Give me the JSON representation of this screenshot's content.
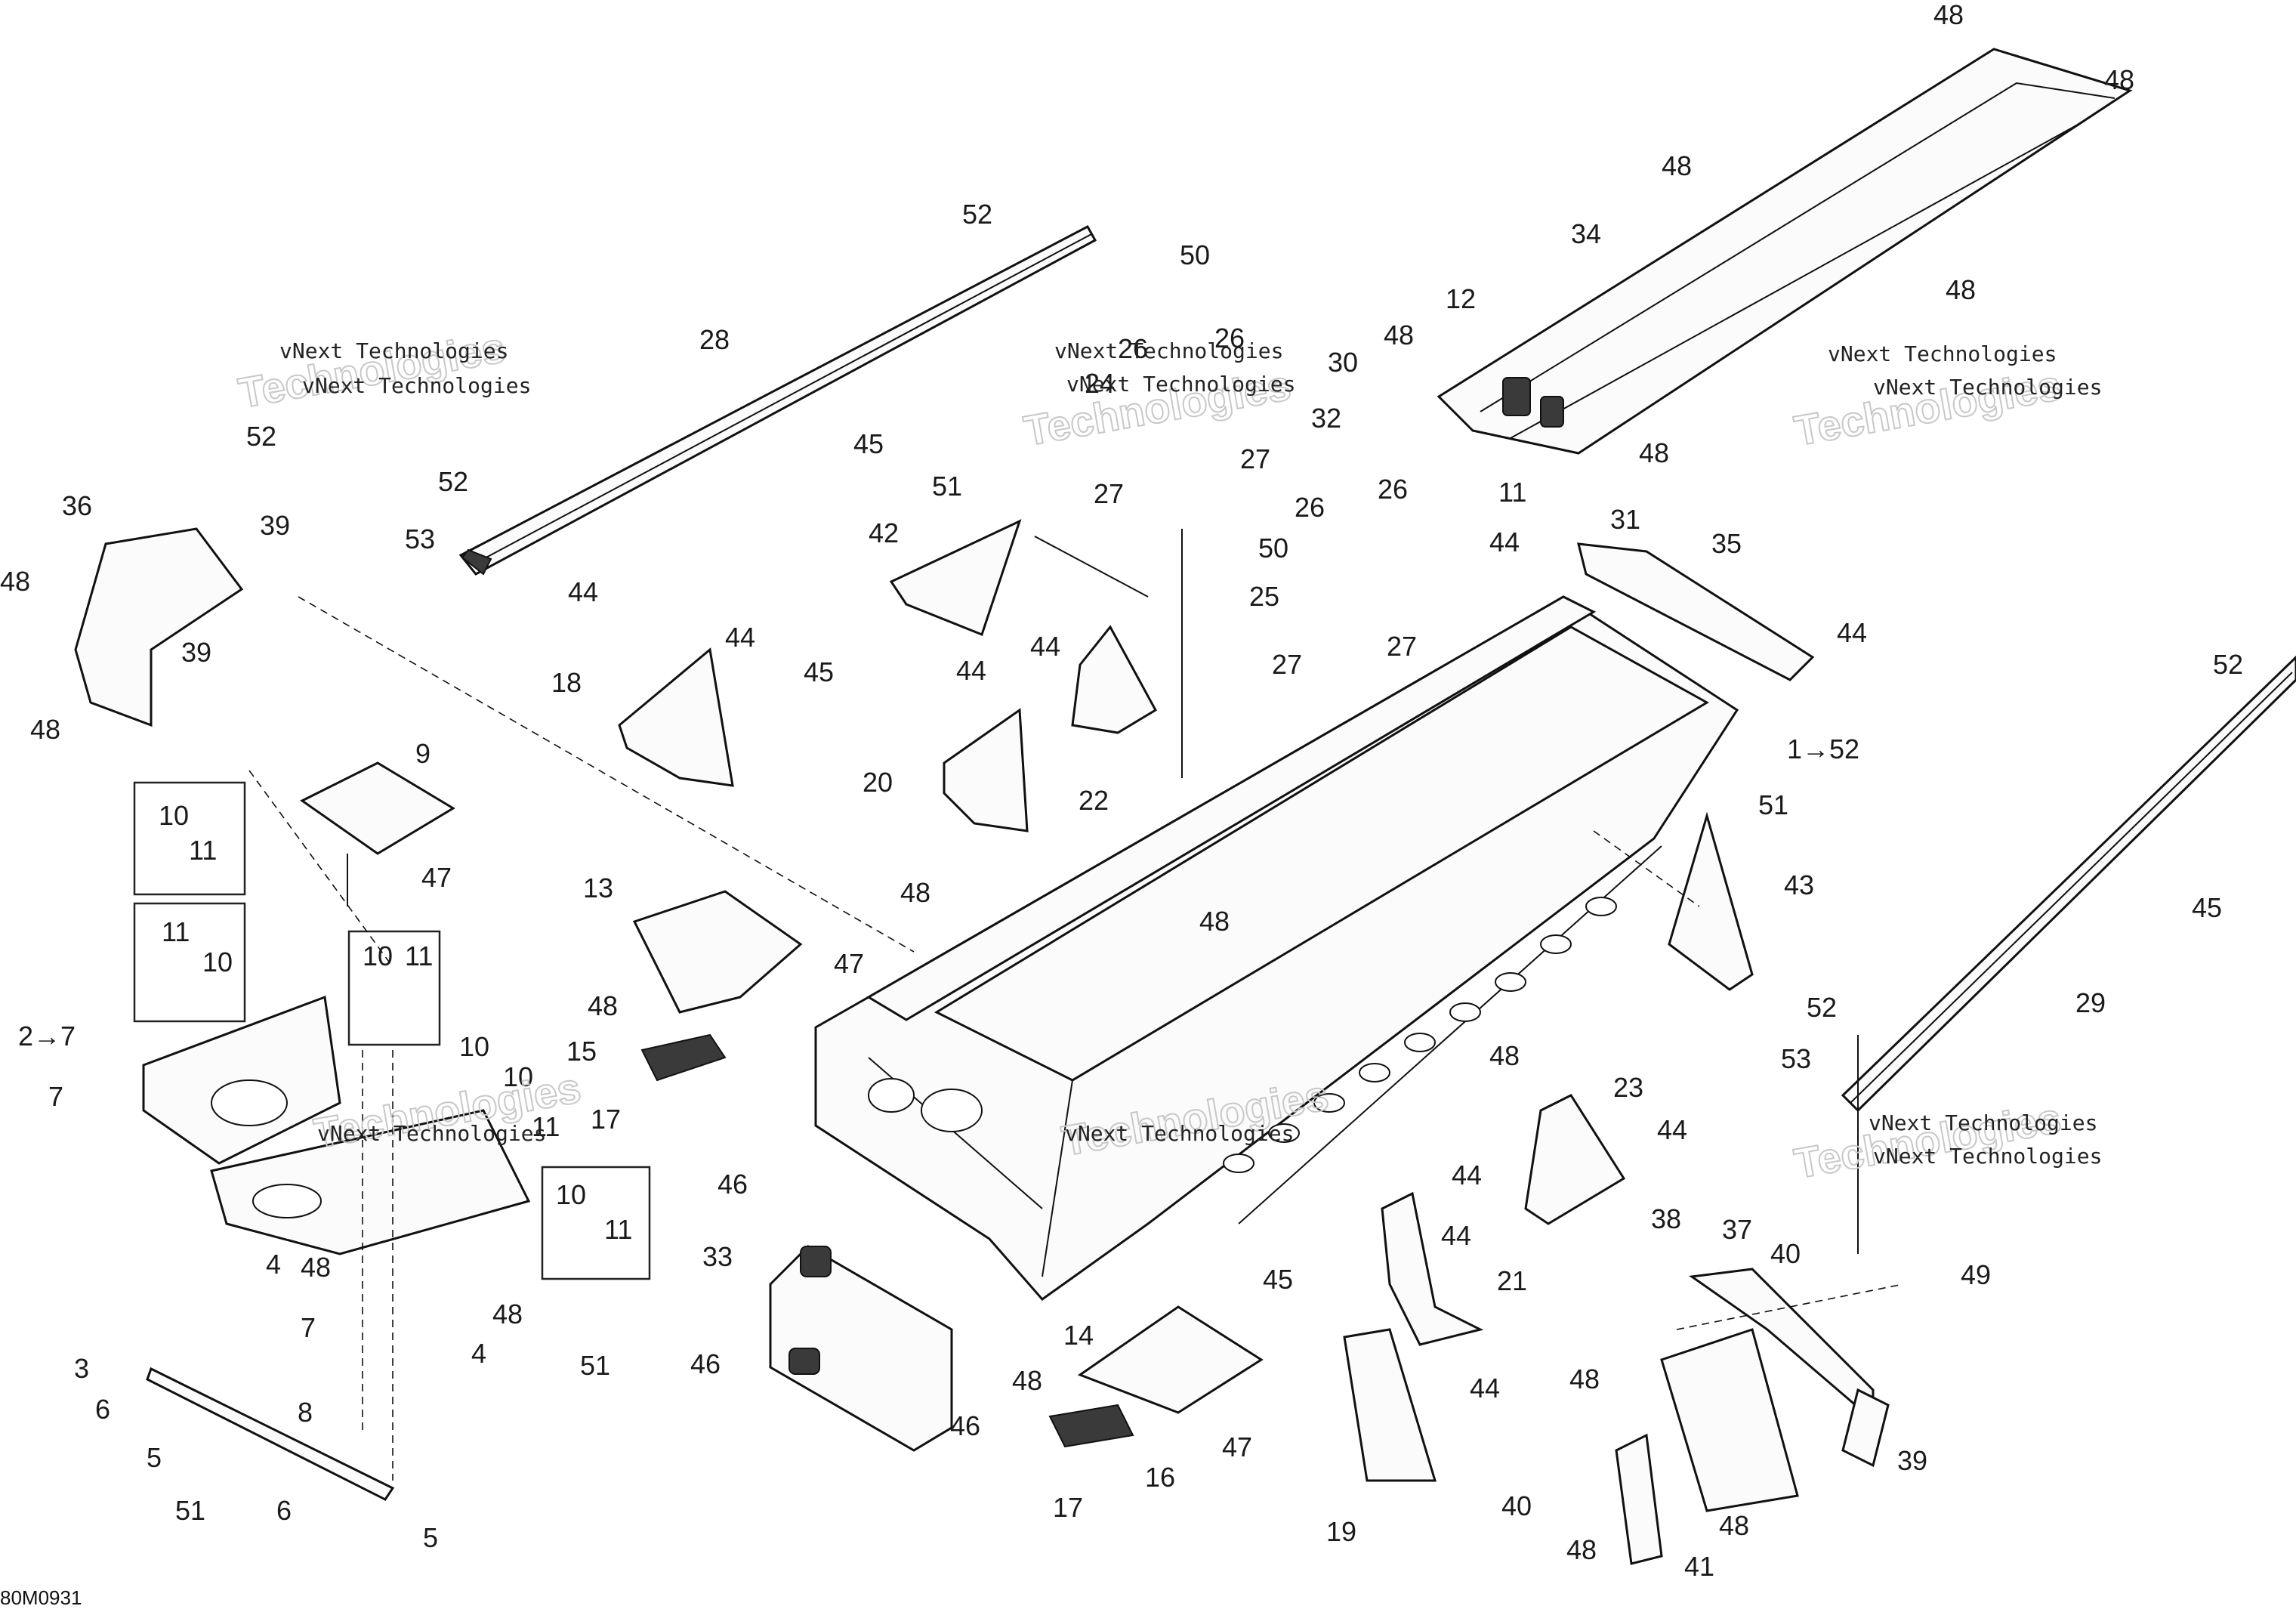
{
  "diagram": {
    "watermark_small": "vNext Technologies",
    "watermark_large": "Technologies",
    "figure_code": "80M0931",
    "callouts": [
      {
        "label": "48"
      },
      {
        "label": "48"
      },
      {
        "label": "48"
      },
      {
        "label": "34"
      },
      {
        "label": "48"
      },
      {
        "label": "12"
      },
      {
        "label": "48"
      },
      {
        "label": "30"
      },
      {
        "label": "32"
      },
      {
        "label": "48"
      },
      {
        "label": "11"
      },
      {
        "label": "31"
      },
      {
        "label": "52"
      },
      {
        "label": "28"
      },
      {
        "label": "50"
      },
      {
        "label": "26"
      },
      {
        "label": "26"
      },
      {
        "label": "24"
      },
      {
        "label": "27"
      },
      {
        "label": "27"
      },
      {
        "label": "45"
      },
      {
        "label": "52"
      },
      {
        "label": "36"
      },
      {
        "label": "39"
      },
      {
        "label": "48"
      },
      {
        "label": "39"
      },
      {
        "label": "48"
      },
      {
        "label": "52"
      },
      {
        "label": "53"
      },
      {
        "label": "51"
      },
      {
        "label": "42"
      },
      {
        "label": "26"
      },
      {
        "label": "26"
      },
      {
        "label": "50"
      },
      {
        "label": "25"
      },
      {
        "label": "27"
      },
      {
        "label": "27"
      },
      {
        "label": "44"
      },
      {
        "label": "35"
      },
      {
        "label": "44"
      },
      {
        "label": "44"
      },
      {
        "label": "44"
      },
      {
        "label": "18"
      },
      {
        "label": "45"
      },
      {
        "label": "44"
      },
      {
        "label": "44"
      },
      {
        "label": "20"
      },
      {
        "label": "22"
      },
      {
        "label": "9"
      },
      {
        "label": "47"
      },
      {
        "label": "10"
      },
      {
        "label": "11"
      },
      {
        "label": "11"
      },
      {
        "label": "10"
      },
      {
        "label": "1→52"
      },
      {
        "label": "52"
      },
      {
        "label": "51"
      },
      {
        "label": "43"
      },
      {
        "label": "45"
      },
      {
        "label": "13"
      },
      {
        "label": "47"
      },
      {
        "label": "48"
      },
      {
        "label": "48"
      },
      {
        "label": "48"
      },
      {
        "label": "15"
      },
      {
        "label": "17"
      },
      {
        "label": "2→7"
      },
      {
        "label": "7"
      },
      {
        "label": "10"
      },
      {
        "label": "11"
      },
      {
        "label": "10"
      },
      {
        "label": "10"
      },
      {
        "label": "11"
      },
      {
        "label": "29"
      },
      {
        "label": "52"
      },
      {
        "label": "53"
      },
      {
        "label": "48"
      },
      {
        "label": "23"
      },
      {
        "label": "44"
      },
      {
        "label": "44"
      },
      {
        "label": "10"
      },
      {
        "label": "11"
      },
      {
        "label": "4"
      },
      {
        "label": "48"
      },
      {
        "label": "7"
      },
      {
        "label": "48"
      },
      {
        "label": "4"
      },
      {
        "label": "51"
      },
      {
        "label": "46"
      },
      {
        "label": "33"
      },
      {
        "label": "46"
      },
      {
        "label": "46"
      },
      {
        "label": "38"
      },
      {
        "label": "37"
      },
      {
        "label": "40"
      },
      {
        "label": "49"
      },
      {
        "label": "44"
      },
      {
        "label": "21"
      },
      {
        "label": "45"
      },
      {
        "label": "44"
      },
      {
        "label": "14"
      },
      {
        "label": "48"
      },
      {
        "label": "47"
      },
      {
        "label": "16"
      },
      {
        "label": "17"
      },
      {
        "label": "19"
      },
      {
        "label": "3"
      },
      {
        "label": "8"
      },
      {
        "label": "6"
      },
      {
        "label": "5"
      },
      {
        "label": "51"
      },
      {
        "label": "6"
      },
      {
        "label": "5"
      },
      {
        "label": "48"
      },
      {
        "label": "39"
      },
      {
        "label": "40"
      },
      {
        "label": "48"
      },
      {
        "label": "48"
      },
      {
        "label": "41"
      }
    ]
  }
}
